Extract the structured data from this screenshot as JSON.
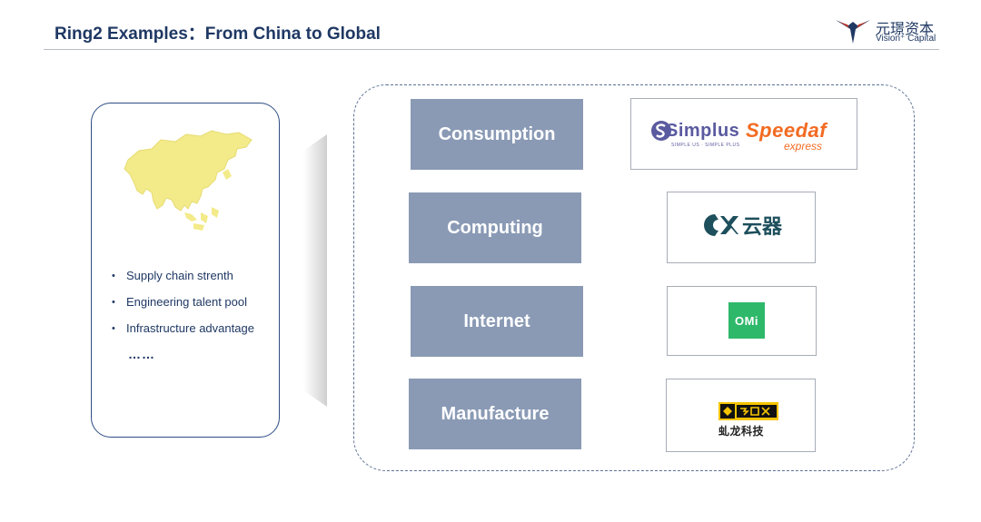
{
  "header": {
    "title": "Ring2 Examples：From China to Global",
    "brand_cn": "元璟资本",
    "brand_en": "Vision⁺ Capital"
  },
  "left_panel": {
    "bullets": [
      "Supply chain strenth",
      "Engineering talent pool",
      "Infrastructure advantage"
    ],
    "ellipsis": "……"
  },
  "categories": [
    {
      "label": "Consumption"
    },
    {
      "label": "Computing"
    },
    {
      "label": "Internet"
    },
    {
      "label": "Manufacture"
    }
  ],
  "logos": {
    "simplus": {
      "word": "Simplus",
      "tagline": "SIMPLE US · SIMPLE PLUS"
    },
    "speedaf": {
      "word": "Speedaf",
      "sub": "express"
    },
    "yunqi": {
      "text": "云器"
    },
    "omi": {
      "text": "OMi"
    },
    "surron": {
      "cn": "虬龙科技"
    }
  },
  "colors": {
    "navy": "#1f3864",
    "category_fill": "#8a9ab5",
    "map_fill": "#f3ea8a",
    "speedaf_orange": "#f26b21",
    "omi_green": "#2eb86a"
  }
}
